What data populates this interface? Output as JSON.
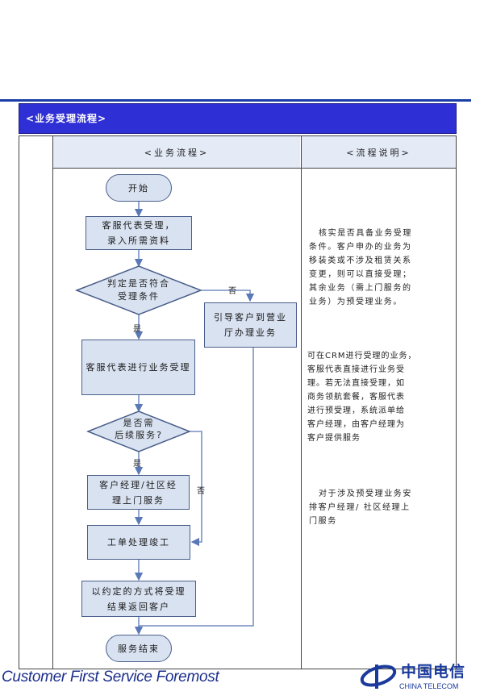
{
  "header": {
    "title": "<业务受理流程>"
  },
  "columns": {
    "flow": "<业务流程>",
    "description": "<流程说明>"
  },
  "flow": {
    "start": "开始",
    "accept": [
      "客服代表受理，",
      "录入所需资料"
    ],
    "check": [
      "判定是否符合",
      "受理条件"
    ],
    "guide": [
      "引导客户到营业",
      "厅办理业务"
    ],
    "process": "客服代表进行业务受理",
    "followup": [
      "是否需",
      "后续服务?"
    ],
    "visit": [
      "客户经理/社区经",
      "理上门服务"
    ],
    "complete": "工单处理竣工",
    "return": [
      "以约定的方式将受理",
      "结果返回客户"
    ],
    "end": "服务结束",
    "yes1": "是",
    "no1": "否",
    "yes2": "是",
    "no2": "否"
  },
  "notes": {
    "note1": [
      "核实是否具备业务受理",
      "条件。客户申办的业务为",
      "移装类或不涉及租赁关系",
      "变更，则可以直接受理；",
      "其余业务（需上门服务的",
      "业务）为预受理业务。"
    ],
    "note2": [
      "可在CRM进行受理的业务，",
      "客服代表直接进行业务受",
      "理。若无法直接受理，如",
      "商务领航套餐，客服代表",
      "进行预受理，系统派单给",
      "客户经理，由客户经理为",
      "客户提供服务"
    ],
    "note3": [
      "对于涉及预受理业务安",
      "排客户经理/ 社区经理上",
      "门服务"
    ]
  },
  "footer": {
    "slogan": "Customer First Service Foremost",
    "logo_cn": "中国电信",
    "logo_en": "CHINA TELECOM"
  },
  "colors": {
    "banner": "#2f2fd6",
    "node_fill": "#d9e2f1",
    "node_border": "#4a5e8a",
    "arrow": "#5a78b8"
  }
}
